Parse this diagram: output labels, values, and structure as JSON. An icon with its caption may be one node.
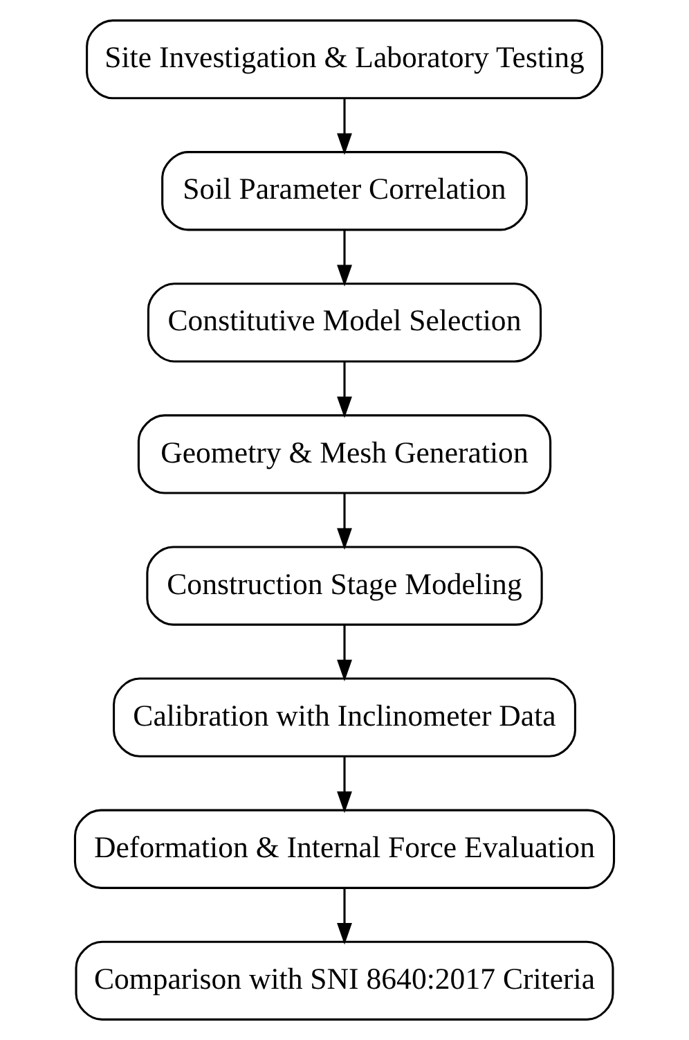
{
  "diagram": {
    "nodes": [
      {
        "text": [
          "Site Investigation & Laboratory Testing"
        ]
      },
      {
        "text": [
          "Soil Parameter Correlation"
        ]
      },
      {
        "text": [
          "Constitutive Model Selection"
        ]
      },
      {
        "text": [
          "Geometry & Mesh Generation"
        ]
      },
      {
        "text": [
          "Construction Stage Modeling"
        ]
      },
      {
        "text": [
          "Calibration with Inclinometer Data"
        ]
      },
      {
        "text": [
          "Deformation & Internal Force Evaluation"
        ]
      },
      {
        "text": [
          "Comparison with SNI 8640:2017 Criteria"
        ]
      }
    ],
    "edges": [
      {
        "from": 0,
        "to": 1,
        "arrow": "to"
      },
      {
        "from": 1,
        "to": 2,
        "arrow": "to"
      },
      {
        "from": 2,
        "to": 3,
        "arrow": "to"
      },
      {
        "from": 3,
        "to": 4,
        "arrow": "to"
      },
      {
        "from": 4,
        "to": 5,
        "arrow": "to"
      },
      {
        "from": 5,
        "to": 6,
        "arrow": "to"
      },
      {
        "from": 6,
        "to": 7,
        "arrow": "to"
      }
    ]
  }
}
